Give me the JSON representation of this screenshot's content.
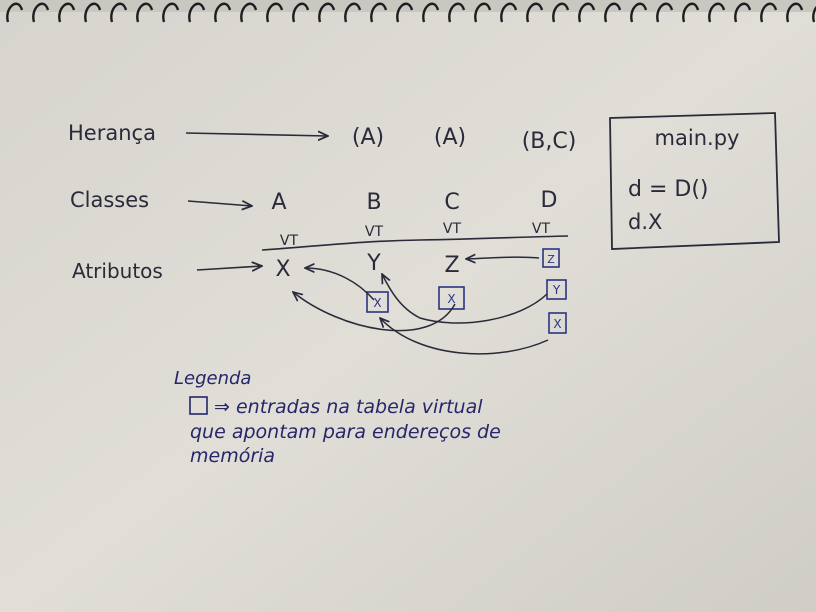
{
  "row_labels": {
    "heranca": "Herança",
    "classes": "Classes",
    "atributos": "Atributos"
  },
  "inheritance": [
    "(A)",
    "(A)",
    "(B,C)"
  ],
  "classes": [
    "A",
    "B",
    "C",
    "D"
  ],
  "vt_label": "VT",
  "attributes": [
    "X",
    "Y",
    "Z"
  ],
  "vt_boxes": [
    "X",
    "X",
    "Z",
    "Y",
    "X"
  ],
  "code": {
    "filename": "main.py",
    "lines": [
      "d = D()",
      "d.X"
    ]
  },
  "legend": {
    "title": "Legenda",
    "symbol_meaning": "⇒ entradas na tabela virtual",
    "line2": "que apontam para endereços de",
    "line3": "memória"
  },
  "colors": {
    "paper": "#dcdad3",
    "ink": "#2a2a3a",
    "blue_ink": "#2a3580",
    "legend_ink": "#26266a"
  }
}
